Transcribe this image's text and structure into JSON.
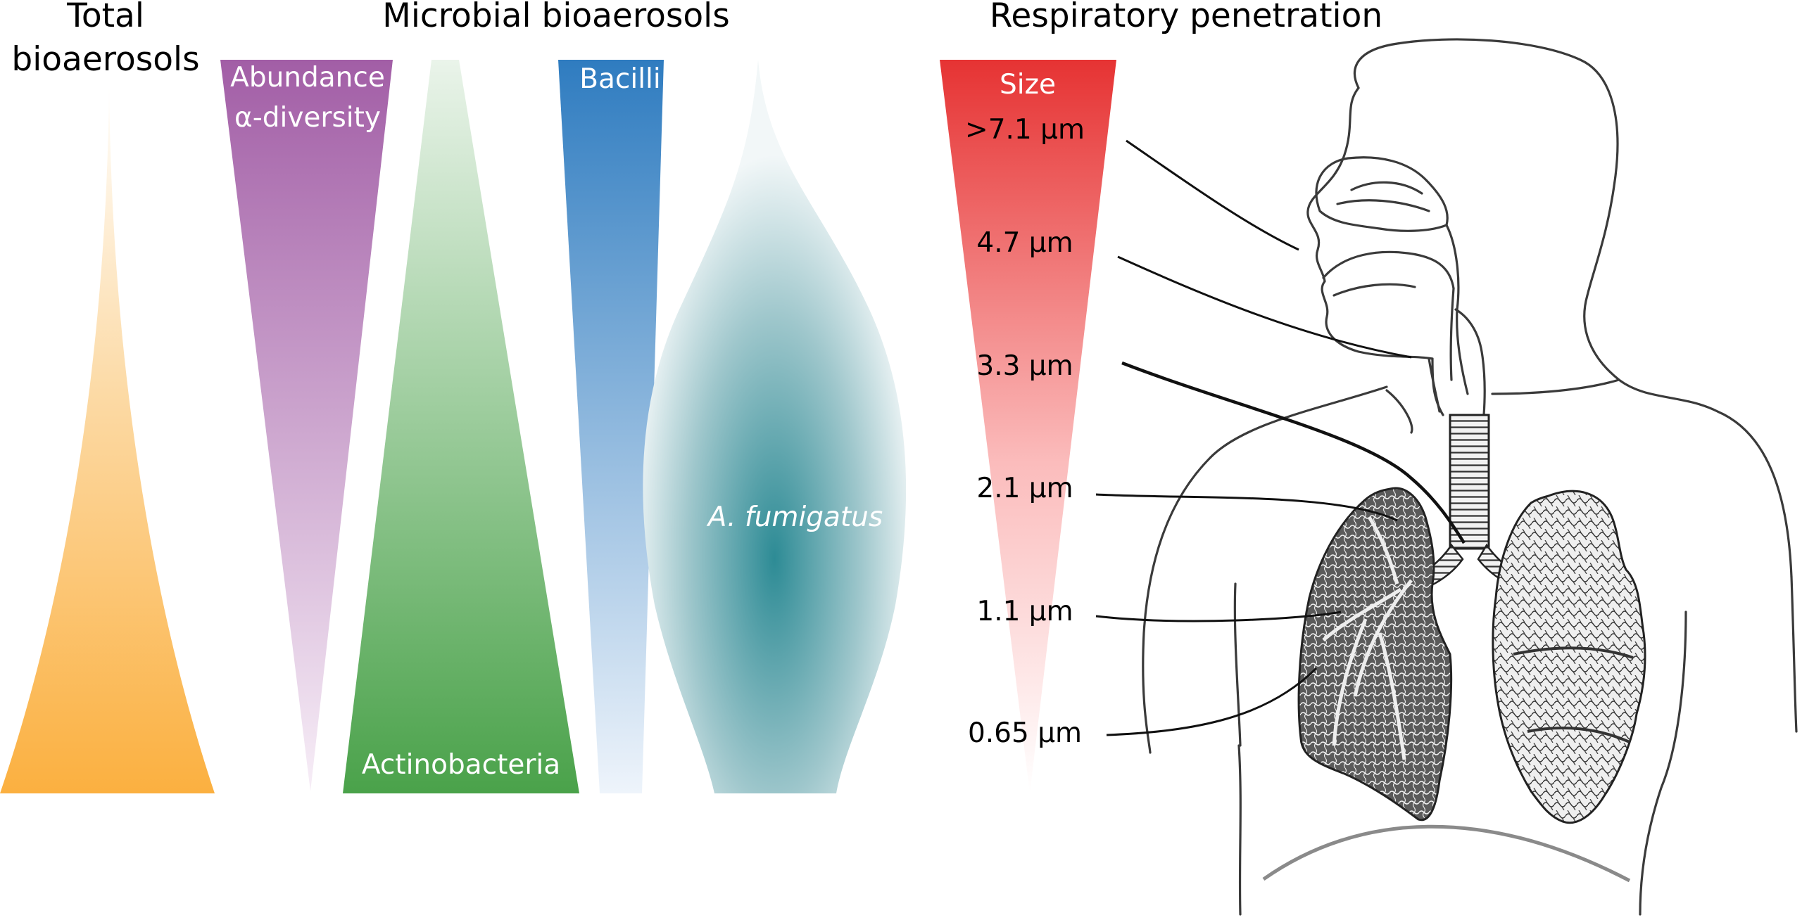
{
  "headers": {
    "total": [
      "Total",
      "bioaerosols"
    ],
    "microbial": "Microbial bioaerosols",
    "respiratory": "Respiratory penetration"
  },
  "wedges": {
    "abundance": [
      "Abundance",
      "α-diversity"
    ],
    "actinobacteria": "Actinobacteria",
    "bacilli": "Bacilli",
    "fumigatus": "A. fumigatus"
  },
  "size_bar": {
    "title": "Size",
    "sizes": [
      ">7.1 µm",
      "4.7 µm",
      "3.3 µm",
      "2.1 µm",
      "1.1 µm",
      "0.65 µm"
    ]
  },
  "colors": {
    "total": "#fbb040",
    "abundance": "#a35ea6",
    "actinobacteria": "#4aa24a",
    "bacilli": "#2f7cc0",
    "fumigatus": "#2d8b95",
    "size": "#e63333"
  }
}
